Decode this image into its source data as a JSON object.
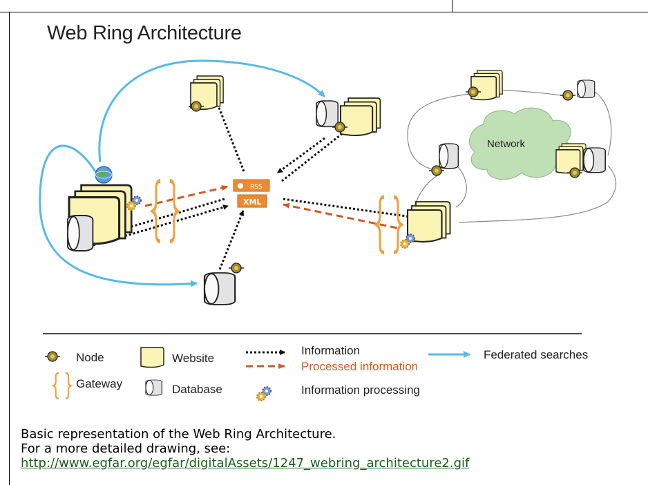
{
  "title": "Web Ring Architecture",
  "feed_badges": {
    "rss": "RSS",
    "xml": "XML"
  },
  "network_label": "Network",
  "legend": {
    "node": "Node",
    "website": "Website",
    "information": "Information",
    "processed_information": "Processed information",
    "federated_searches": "Federated searches",
    "gateway": "Gateway",
    "database": "Database",
    "information_processing": "Information processing"
  },
  "caption": {
    "line1": "Basic representation of the Web Ring Architecture.",
    "line2": "For a more detailed drawing, see:",
    "link": "http://www.egfar.org/egfar/digitalAssets/1247_webring_architecture2.gif"
  },
  "colors": {
    "federated": "#55b9ea",
    "processed": "#d05a22",
    "information": "#111111",
    "gateway": "#f2a040",
    "website_fill": "#fbf4b5",
    "database_fill": "#e3e3e3",
    "network_cloud": "#bfe0b5",
    "feed_badge": "#ec8a2f",
    "link": "#1a5e1a"
  }
}
